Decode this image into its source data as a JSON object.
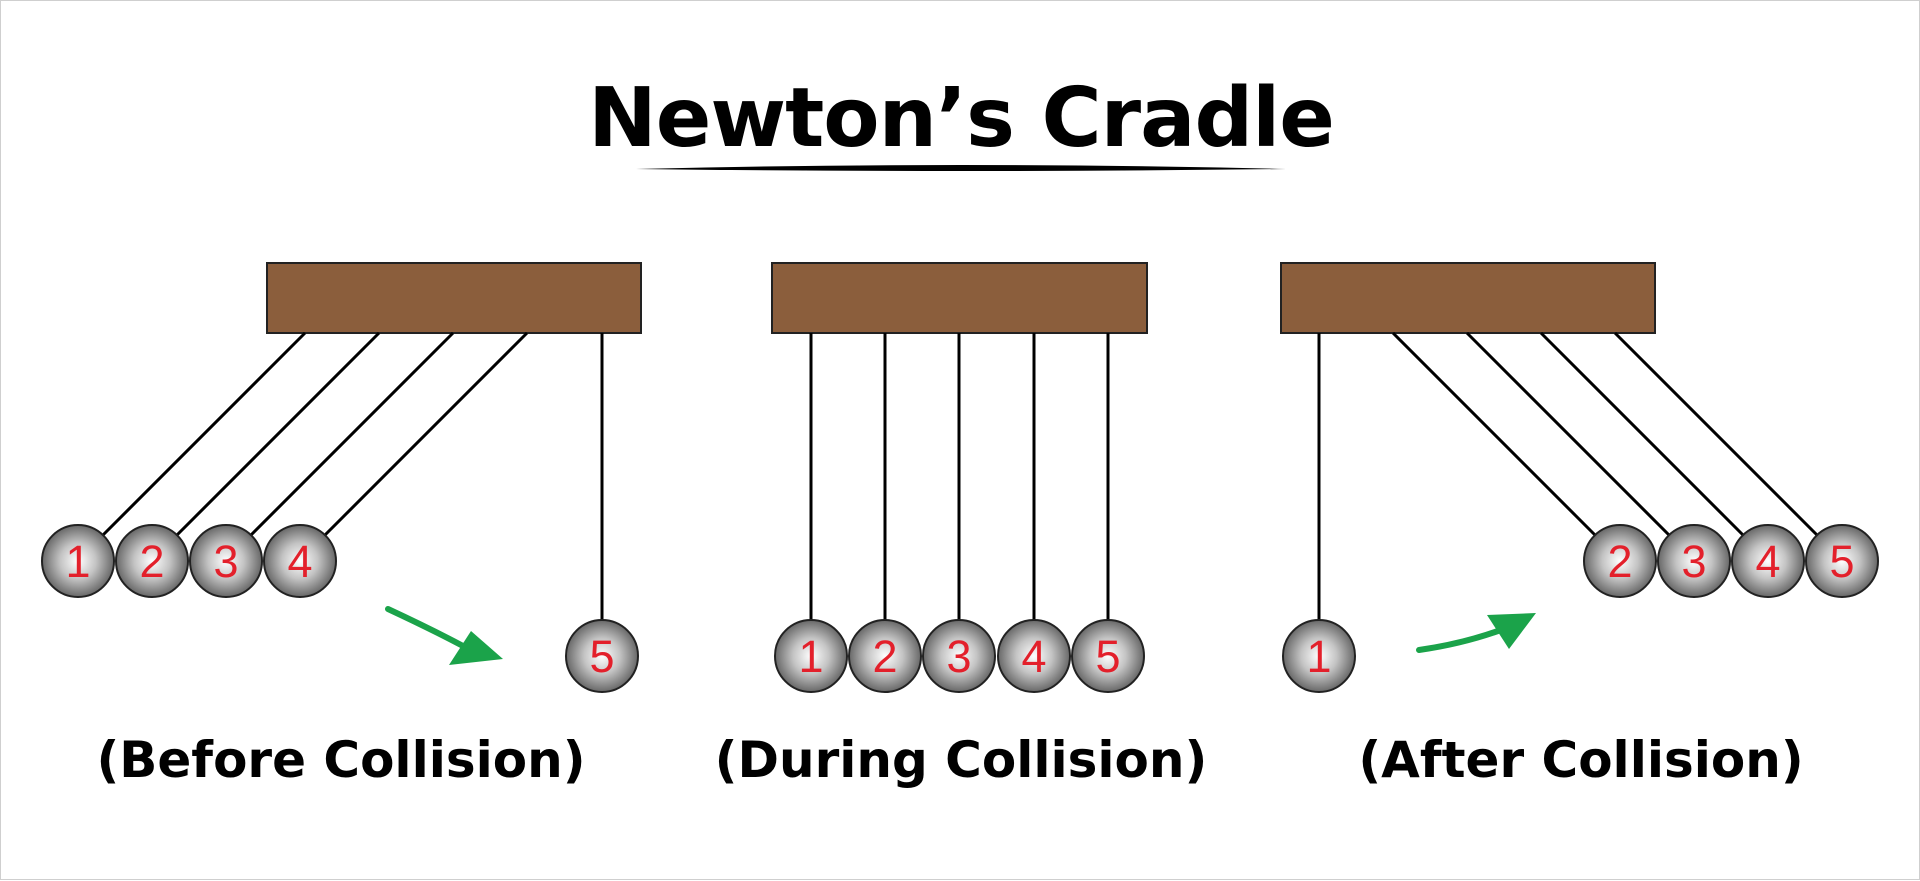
{
  "title": "Newton’s Cradle",
  "colors": {
    "frame": "#8B5E3C",
    "ball_label": "#E3202B",
    "arrow": "#1BA34A",
    "line": "#000000"
  },
  "panels": [
    {
      "caption": "(Before Collision)",
      "balls": [
        "1",
        "2",
        "3",
        "4",
        "5"
      ]
    },
    {
      "caption": "(During Collision)",
      "balls": [
        "1",
        "2",
        "3",
        "4",
        "5"
      ]
    },
    {
      "caption": "(After Collision)",
      "balls": [
        "1",
        "2",
        "3",
        "4",
        "5"
      ]
    }
  ]
}
